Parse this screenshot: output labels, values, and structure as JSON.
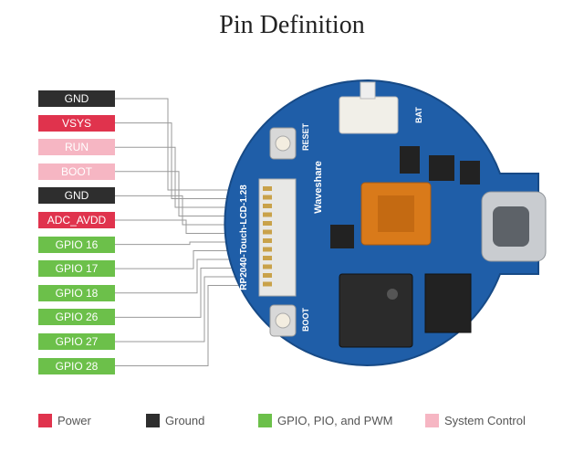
{
  "title": "Pin Definition",
  "colors": {
    "power": "#e0334d",
    "ground": "#2e2e2e",
    "gpio": "#6cc04a",
    "system_control": "#f6b6c3",
    "board": "#1f5ea8"
  },
  "pins": [
    {
      "label": "GND",
      "type": "ground"
    },
    {
      "label": "VSYS",
      "type": "power"
    },
    {
      "label": "RUN",
      "type": "syscontrol"
    },
    {
      "label": "BOOT",
      "type": "syscontrol"
    },
    {
      "label": "GND",
      "type": "ground"
    },
    {
      "label": "ADC_AVDD",
      "type": "power"
    },
    {
      "label": "GPIO 16",
      "type": "gpio"
    },
    {
      "label": "GPIO 17",
      "type": "gpio"
    },
    {
      "label": "GPIO 18",
      "type": "gpio"
    },
    {
      "label": "GPIO 26",
      "type": "gpio"
    },
    {
      "label": "GPIO 27",
      "type": "gpio"
    },
    {
      "label": "GPIO 28",
      "type": "gpio"
    }
  ],
  "board": {
    "model": "RP2040-Touch-LCD-1.28",
    "brand": "Waveshare",
    "reset_label": "RESET",
    "boot_label": "BOOT",
    "bat_label": "BAT"
  },
  "legend": [
    {
      "label": "Power",
      "type": "power"
    },
    {
      "label": "Ground",
      "type": "ground"
    },
    {
      "label": "GPIO, PIO, and PWM",
      "type": "gpio"
    },
    {
      "label": "System Control",
      "type": "syscontrol"
    }
  ]
}
